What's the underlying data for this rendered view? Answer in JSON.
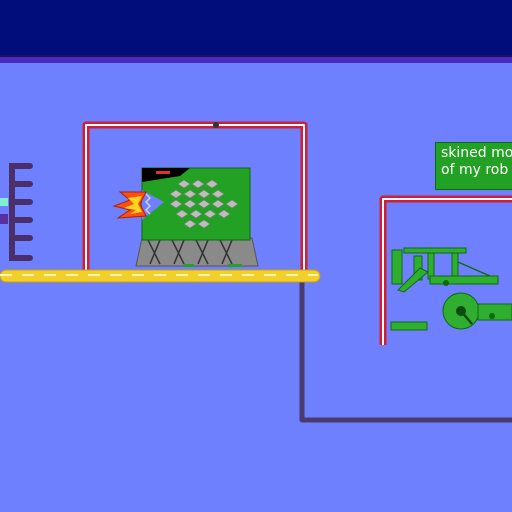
{
  "scene": {
    "background": "#6f80fe",
    "toolbar_color": "#000d7a",
    "divider_color": "#4b2bbd"
  },
  "note": {
    "line1": "skined mo",
    "line2": "of my rob"
  },
  "colors": {
    "frame_red": "#d01f34",
    "frame_inner": "#ffffff",
    "track_yellow": "#f2cf2a",
    "rope_purple": "#4a3a6e",
    "robot_green": "#23a124",
    "robot_dark": "#000000",
    "tread_gray": "#8a8a8a",
    "flame_orange": "#ff4e12",
    "flame_yellow": "#ffd320",
    "comb_purple": "#4a2f6a",
    "machine_green": "#2fae2f"
  },
  "icons": {
    "robot": "tank-robot-sprite",
    "flame": "flame-icon",
    "comb": "comb-bracket-icon",
    "machine": "crank-machine-icon"
  }
}
